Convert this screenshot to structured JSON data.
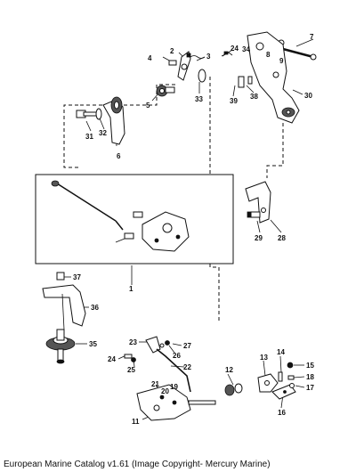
{
  "callouts": {
    "c1": "1",
    "c2": "2",
    "c3": "3",
    "c4": "4",
    "c5": "5",
    "c6": "6",
    "c7": "7",
    "c8": "8",
    "c9": "9",
    "c11": "11",
    "c12": "12",
    "c13": "13",
    "c14": "14",
    "c15": "15",
    "c16": "16",
    "c17": "17",
    "c18": "18",
    "c19": "19",
    "c20": "20",
    "c21": "21",
    "c22": "22",
    "c23": "23",
    "c24a": "24",
    "c24b": "24",
    "c25": "25",
    "c26": "26",
    "c27": "27",
    "c28": "28",
    "c29": "29",
    "c30": "30",
    "c31": "31",
    "c32": "32",
    "c33": "33",
    "c34": "34",
    "c35": "35",
    "c36": "36",
    "c37": "37",
    "c38": "38",
    "c39": "39"
  },
  "caption": "European Marine Catalog v1.61 (Image Copyright- Mercury Marine)"
}
